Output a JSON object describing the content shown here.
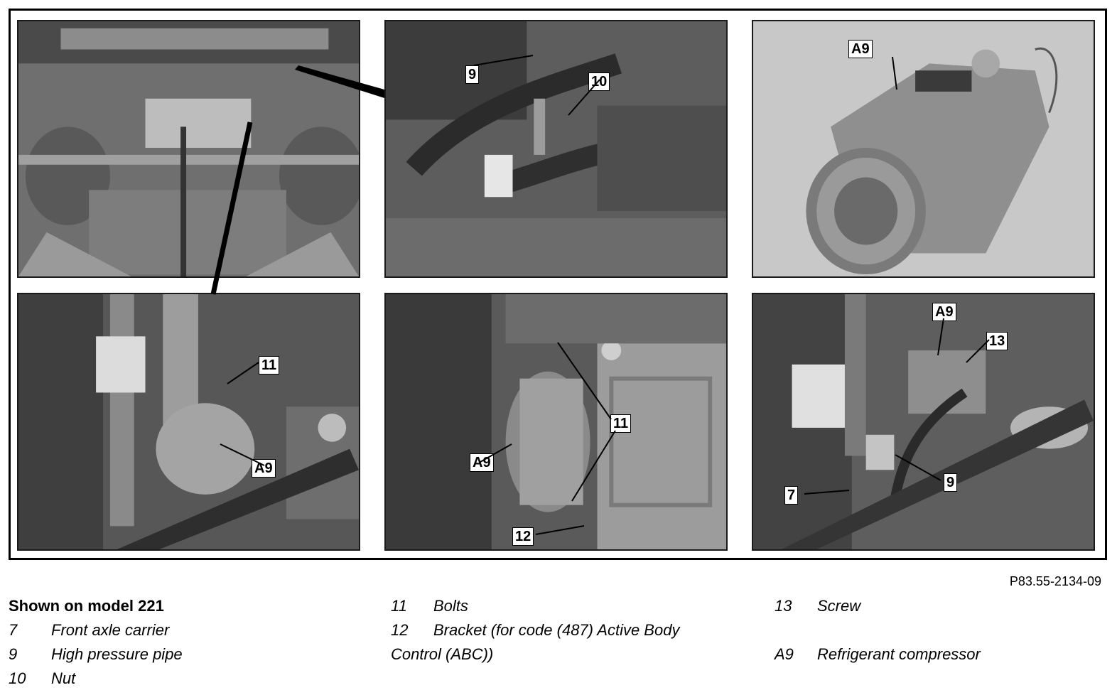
{
  "figure": {
    "reference_code": "P83.55-2134-09",
    "callouts": {
      "p2_a": "9",
      "p2_b": "10",
      "p3_a": "A9",
      "p4_a": "11",
      "p4_b": "A9",
      "p5_a": "11",
      "p5_b": "A9",
      "p5_c": "12",
      "p6_a": "A9",
      "p6_b": "13",
      "p6_c": "9",
      "p6_d": "7"
    }
  },
  "legend": {
    "title": "Shown on model 221",
    "column1": [
      {
        "num": "7",
        "text": "Front axle carrier"
      },
      {
        "num": "9",
        "text": "High pressure pipe"
      },
      {
        "num": "10",
        "text": "Nut"
      }
    ],
    "column2": [
      {
        "num": "11",
        "text": "Bolts"
      },
      {
        "num": "12",
        "text": "Bracket (for code (487) Active Body"
      },
      {
        "num": "",
        "text": "Control (ABC))"
      }
    ],
    "column3": [
      {
        "num": "13",
        "text": "Screw"
      },
      {
        "num": "A9",
        "text": "Refrigerant compressor"
      }
    ]
  }
}
